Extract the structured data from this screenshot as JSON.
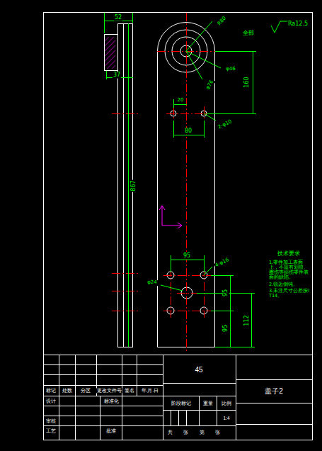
{
  "diagram": {
    "labels": [
      "52",
      "37",
      "867",
      "R80",
      "φ46",
      "φ76",
      "全部",
      "Ra12.5",
      "160",
      "20",
      "2-φ10",
      "80",
      "95",
      "4-φ16",
      "φ24",
      "95",
      "95",
      "112",
      "技术要求",
      "1.零件加工表面上，不应有划痕、擦伤等损伤零件表面的缺陷。",
      "2.锐边倒钝。",
      "3.未注尺寸公差按IT14。",
      "45",
      "盖子2",
      "标记",
      "处数",
      "分区",
      "更改文件号",
      "签名",
      "年.月.日",
      "设计",
      "标准化",
      "阶段标记",
      "重量",
      "比例",
      "1:4",
      "审核",
      "工艺",
      "批准",
      "共",
      "张",
      "第",
      "张"
    ]
  }
}
